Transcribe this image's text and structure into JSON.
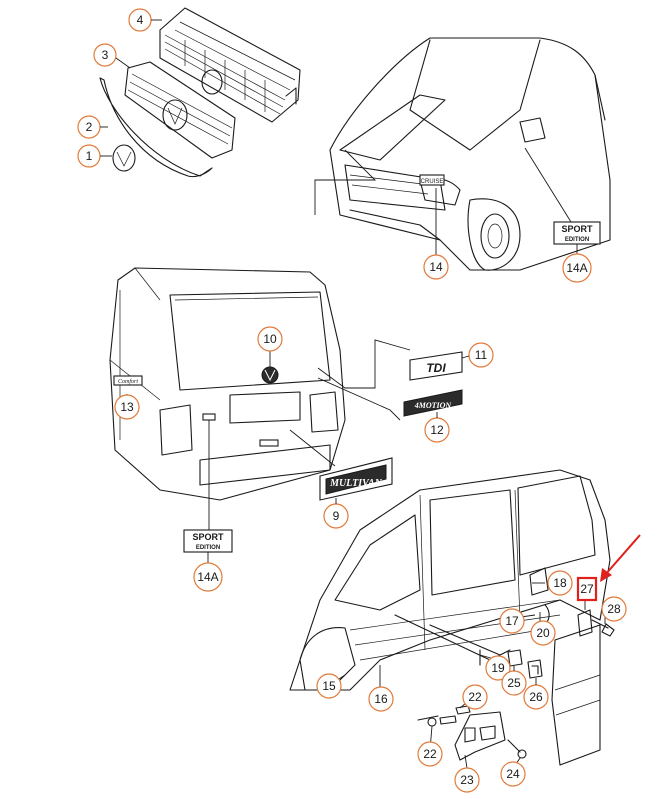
{
  "callouts": {
    "c1": "1",
    "c2": "2",
    "c3": "3",
    "c4": "4",
    "c10": "10",
    "c11": "11",
    "c12": "12",
    "c13": "13",
    "c14": "14",
    "c14a_top": "14A",
    "c14a_bottom": "14A",
    "c9": "9",
    "c15": "15",
    "c16": "16",
    "c17": "17",
    "c18": "18",
    "c19": "19",
    "c20": "20",
    "c22a": "22",
    "c22b": "22",
    "c23": "23",
    "c24": "24",
    "c25": "25",
    "c26": "26",
    "c27": "27",
    "c28": "28"
  },
  "badges": {
    "sport_top_line1": "SPORT",
    "sport_top_line2": "EDITION",
    "sport_bottom_line1": "SPORT",
    "sport_bottom_line2": "EDITION",
    "tdi": "TDI",
    "four_motion": "4MOTION",
    "multivan": "MULTIVAN",
    "cruise": "CRUISE",
    "comfort": "Comfort"
  },
  "colors": {
    "callout_ring": "#e07a3a",
    "highlight_box": "#e0201a",
    "arrow": "#e0201a",
    "line": "#1a1a1a"
  }
}
